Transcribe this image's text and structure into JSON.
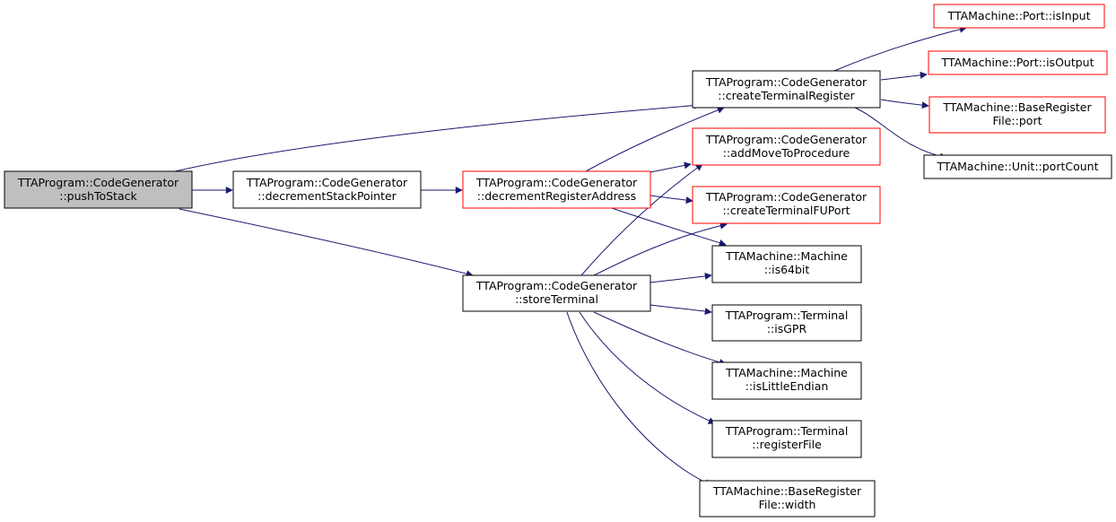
{
  "graph": {
    "colors": {
      "edge": "#191970",
      "node_border": "#000000",
      "node_border_red": "#ff0000",
      "root_fill": "#bfbfbf",
      "node_fill": "#ffffff",
      "background": "#ffffff"
    },
    "nodes": {
      "push_to_stack": {
        "line1": "TTAProgram::CodeGenerator",
        "line2": "::pushToStack",
        "border": "black",
        "root": true
      },
      "decrement_stack_pointer": {
        "line1": "TTAProgram::CodeGenerator",
        "line2": "::decrementStackPointer",
        "border": "black"
      },
      "decrement_register_address": {
        "line1": "TTAProgram::CodeGenerator",
        "line2": "::decrementRegisterAddress",
        "border": "red"
      },
      "store_terminal": {
        "line1": "TTAProgram::CodeGenerator",
        "line2": "::storeTerminal",
        "border": "black"
      },
      "create_terminal_register": {
        "line1": "TTAProgram::CodeGenerator",
        "line2": "::createTerminalRegister",
        "border": "black"
      },
      "add_move_to_procedure": {
        "line1": "TTAProgram::CodeGenerator",
        "line2": "::addMoveToProcedure",
        "border": "red"
      },
      "create_terminal_fu_port": {
        "line1": "TTAProgram::CodeGenerator",
        "line2": "::createTerminalFUPort",
        "border": "red"
      },
      "is_64bit": {
        "line1": "TTAMachine::Machine",
        "line2": "::is64bit",
        "border": "black"
      },
      "is_gpr": {
        "line1": "TTAProgram::Terminal",
        "line2": "::isGPR",
        "border": "black"
      },
      "is_little_endian": {
        "line1": "TTAMachine::Machine",
        "line2": "::isLittleEndian",
        "border": "black"
      },
      "register_file": {
        "line1": "TTAProgram::Terminal",
        "line2": "::registerFile",
        "border": "black"
      },
      "base_register_file_width": {
        "line1": "TTAMachine::BaseRegister",
        "line2": "File::width",
        "border": "black"
      },
      "port_is_input": {
        "line1": "TTAMachine::Port::isInput",
        "border": "red"
      },
      "port_is_output": {
        "line1": "TTAMachine::Port::isOutput",
        "border": "red"
      },
      "base_register_file_port": {
        "line1": "TTAMachine::BaseRegister",
        "line2": "File::port",
        "border": "red"
      },
      "unit_port_count": {
        "line1": "TTAMachine::Unit::portCount",
        "border": "black"
      }
    }
  }
}
